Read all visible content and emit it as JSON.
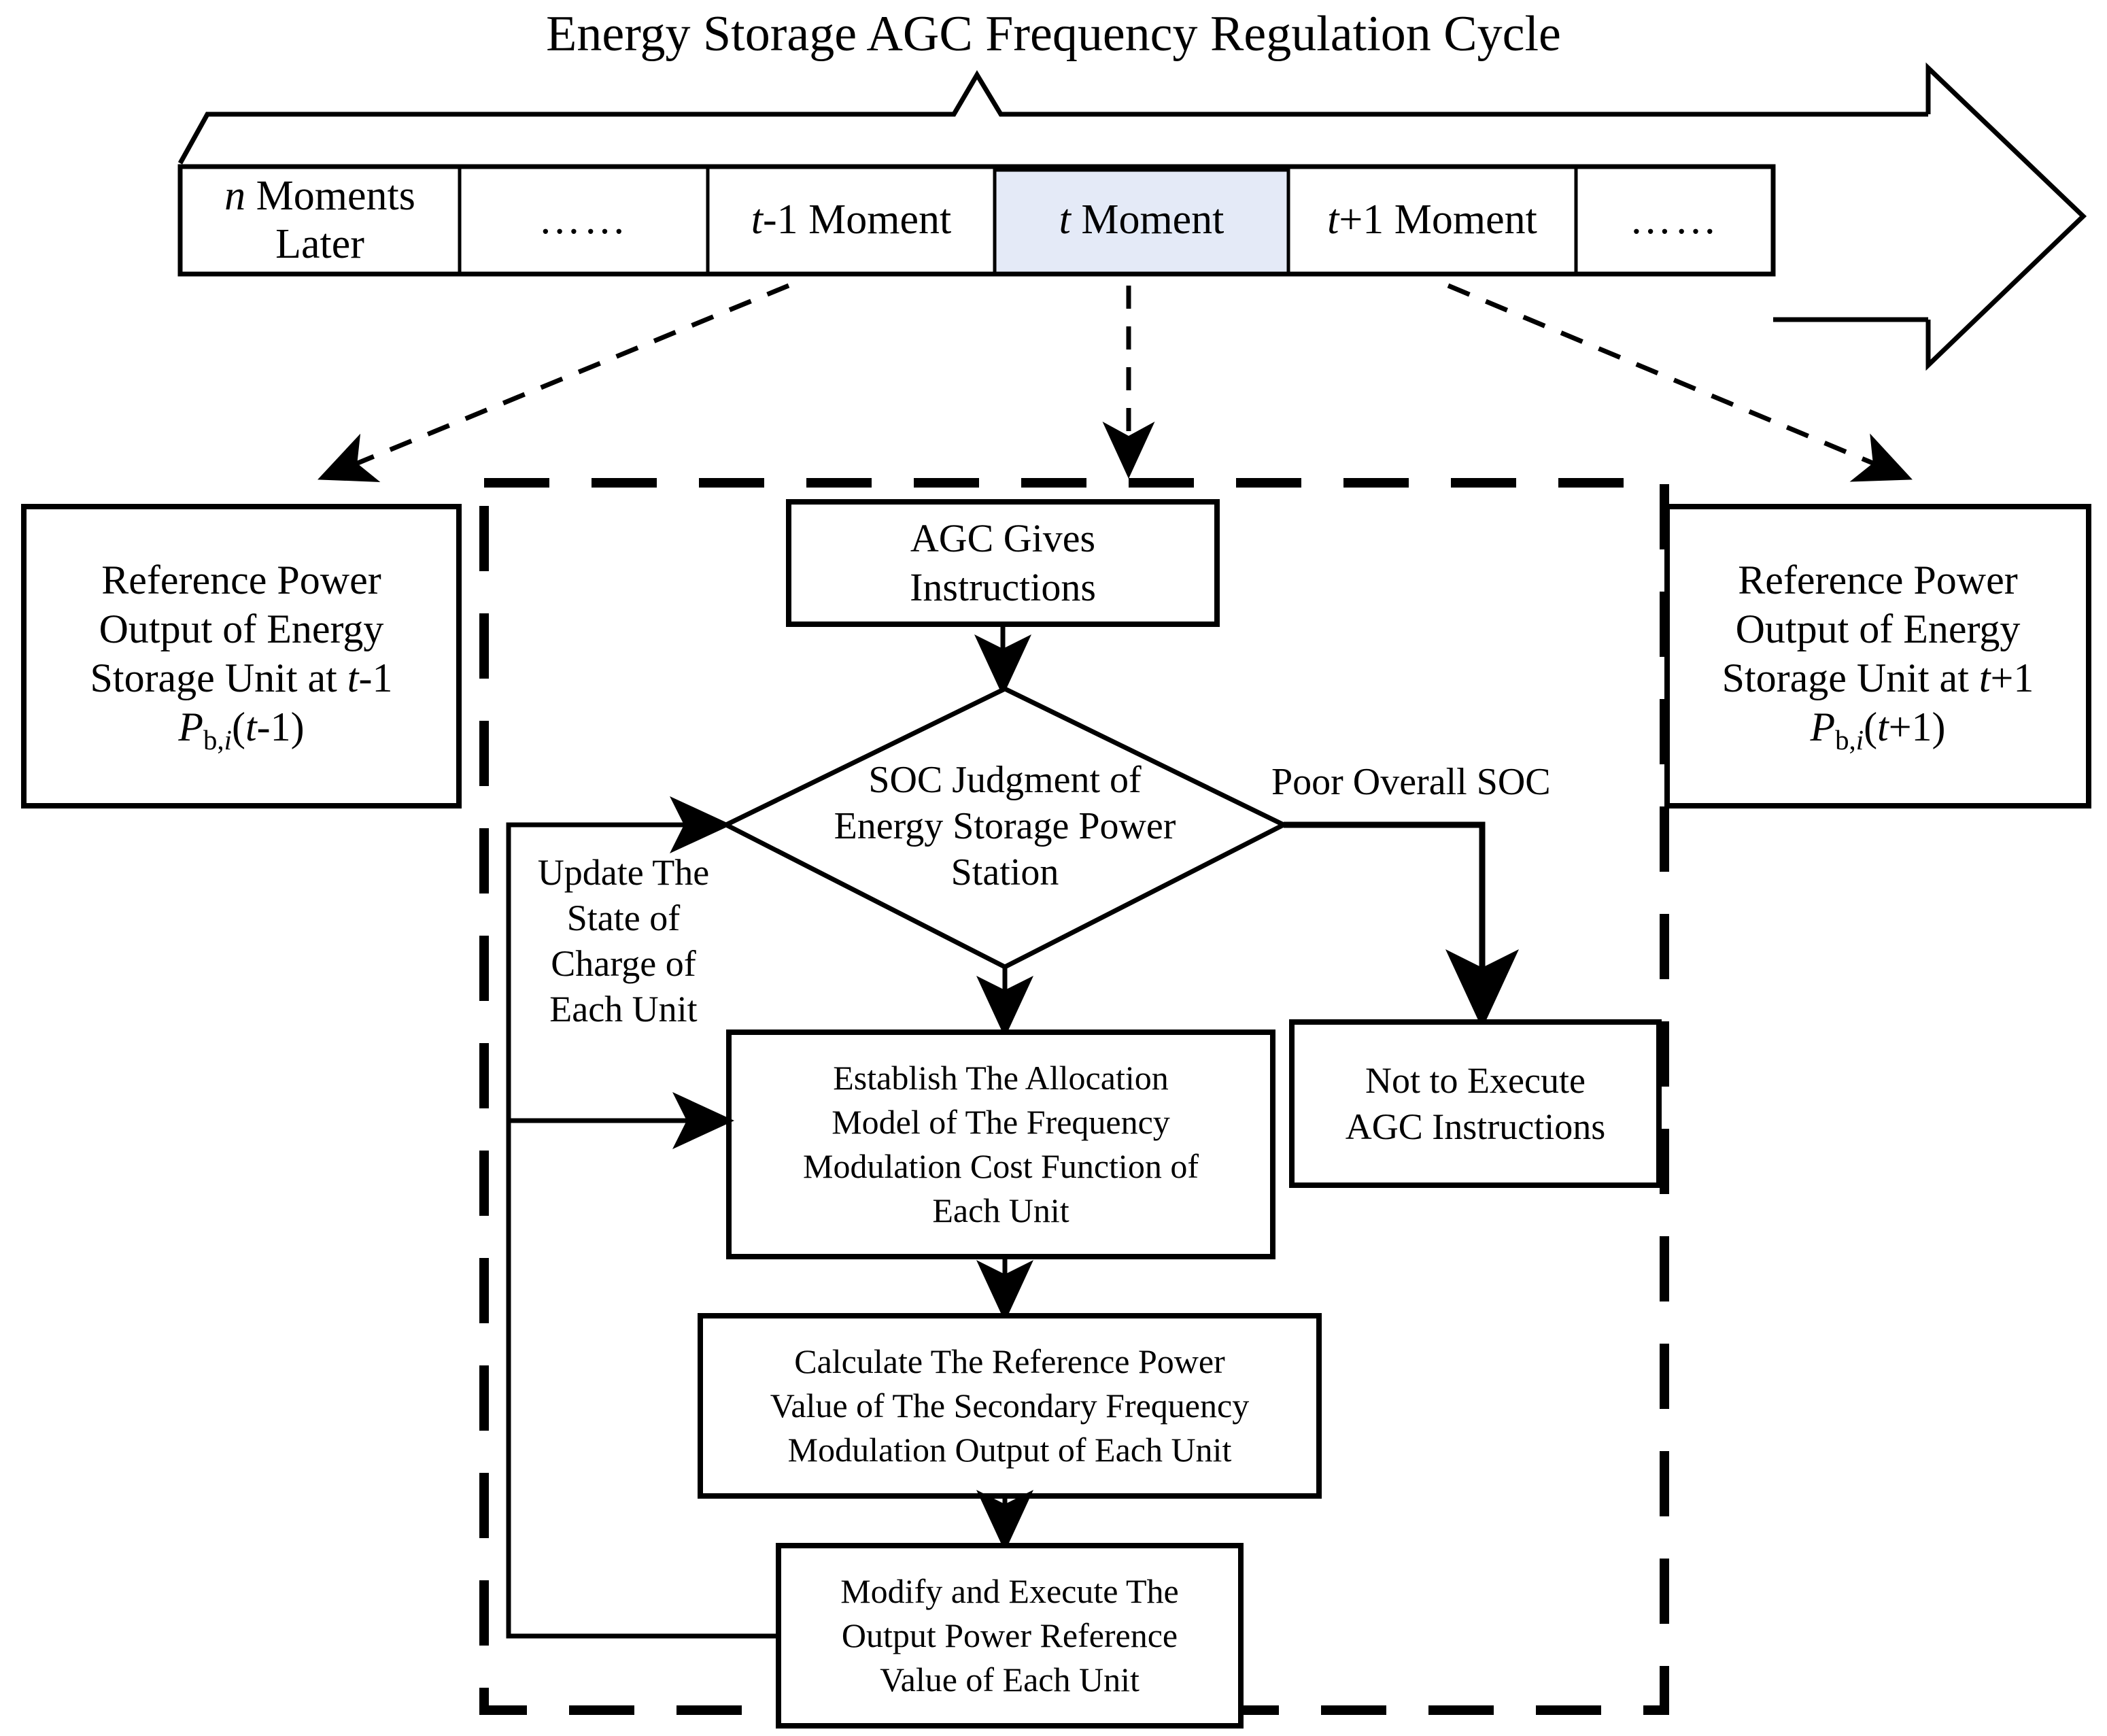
{
  "title": "Energy Storage AGC Frequency Regulation Cycle",
  "timeline": {
    "cells": [
      {
        "id": "n-moments-later",
        "label": "n Moments\nLater",
        "highlighted": false
      },
      {
        "id": "ellipsis-left",
        "label": "……",
        "highlighted": false
      },
      {
        "id": "t-minus-1-moment",
        "label": "t-1 Moment",
        "highlighted": false
      },
      {
        "id": "t-moment",
        "label": "t Moment",
        "highlighted": true
      },
      {
        "id": "t-plus-1-moment",
        "label": "t+1 Moment",
        "highlighted": false
      },
      {
        "id": "ellipsis-right",
        "label": "……",
        "highlighted": false
      }
    ],
    "highlight_color": "#e4eaf7"
  },
  "boxes": {
    "ref_power_prev": "Reference Power Output of Energy Storage Unit at t-1\nPb,i(t-1)",
    "ref_power_prev_lines": [
      "Reference Power",
      "Output of Energy",
      "Storage Unit at t-1",
      "Pb,i(t-1)"
    ],
    "ref_power_next_lines": [
      "Reference Power",
      "Output of Energy",
      "Storage Unit at t+1",
      "Pb,i(t+1)"
    ],
    "agc_instructions": "AGC Gives\nInstructions",
    "soc_judgment": "SOC Judgment of\nEnergy Storage Power\nStation",
    "establish_model": "Establish The Allocation\nModel of The Frequency\nModulation Cost Function of\nEach Unit",
    "calculate_reference": "Calculate The Reference Power\nValue of The Secondary Frequency\nModulation Output of Each Unit",
    "modify_execute": "Modify and Execute The\nOutput Power Reference\nValue of Each Unit",
    "not_execute": "Not to Execute\nAGC Instructions"
  },
  "labels": {
    "poor_overall_soc": "Poor Overall SOC",
    "update_soc": "Update The\nState of\nCharge of\nEach Unit"
  },
  "colors": {
    "stroke": "#000000",
    "background": "#ffffff",
    "highlight": "#e4eaf7"
  }
}
